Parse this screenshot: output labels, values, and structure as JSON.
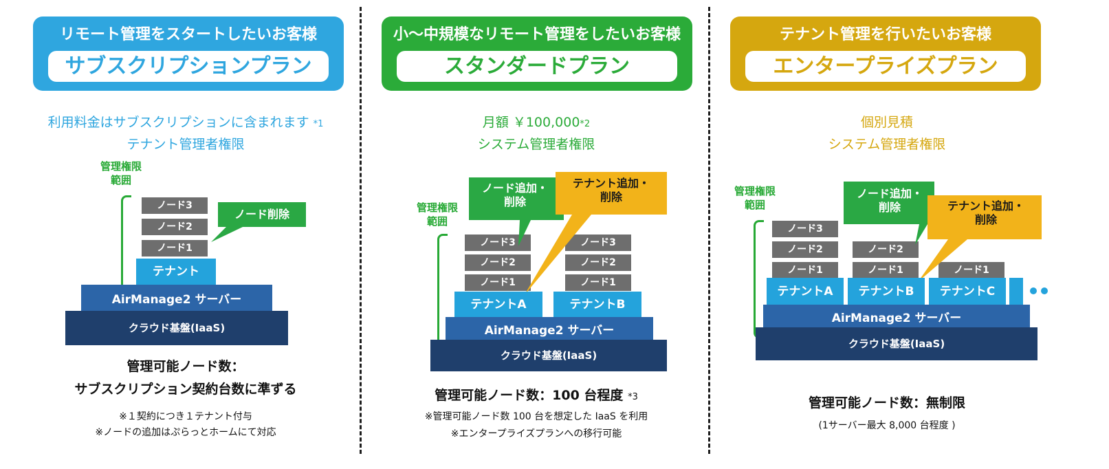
{
  "colors": {
    "blue": "#2fa6df",
    "green": "#2bab39",
    "gold": "#d5a70f",
    "callout_green": "#2aa844",
    "callout_yellow": "#f2b31a"
  },
  "plans": [
    {
      "subtitle": "リモート管理をスタートしたいお客様",
      "name": "サブスクリプションプラン",
      "price": "利用料金はサブスクリプションに含まれます",
      "price_mark": "*1",
      "authority": "テナント管理者権限",
      "range_label": [
        "管理権限",
        "範囲"
      ],
      "nodes": [
        "ノード3",
        "ノード2",
        "ノード1"
      ],
      "tenants": [
        "テナント"
      ],
      "callout": "ノード削除",
      "server": "AirManage2 サーバー",
      "cloud": "クラウド基盤(IaaS)",
      "node_count_title": "管理可能ノード数：",
      "node_count_value": "サブスクリプション契約台数に準ずる",
      "notes": [
        "※１契約につき１テナント付与",
        "※ノードの追加はぷらっとホームにて対応"
      ]
    },
    {
      "subtitle": "小〜中規模なリモート管理をしたいお客様",
      "name": "スタンダードプラン",
      "price": "月額 ￥100,000",
      "price_mark": "*2",
      "authority": "システム管理者権限",
      "range_label": [
        "管理権限",
        "範囲"
      ],
      "nodes_a": [
        "ノード3",
        "ノード2",
        "ノード1"
      ],
      "nodes_b": [
        "ノード3",
        "ノード2",
        "ノード1"
      ],
      "tenants": [
        "テナントA",
        "テナントB"
      ],
      "callout_green": [
        "ノード追加・",
        "削除"
      ],
      "callout_yellow": [
        "テナント追加・",
        "削除"
      ],
      "server": "AirManage2 サーバー",
      "cloud": "クラウド基盤(IaaS)",
      "node_count": "管理可能ノード数：100 台程度",
      "node_count_mark": "*3",
      "notes": [
        "※管理可能ノード数 100 台を想定した IaaS を利用",
        "※エンタープライズプランへの移行可能"
      ]
    },
    {
      "subtitle": "テナント管理を行いたいお客様",
      "name": "エンタープライズプラン",
      "price": "個別見積",
      "authority": "システム管理者権限",
      "range_label": [
        "管理権限",
        "範囲"
      ],
      "nodes_a": [
        "ノード3",
        "ノード2",
        "ノード1"
      ],
      "nodes_b": [
        "ノード2",
        "ノード1"
      ],
      "nodes_c": [
        "ノード1"
      ],
      "tenants": [
        "テナントA",
        "テナントB",
        "テナントC"
      ],
      "callout_green": [
        "ノード追加・",
        "削除"
      ],
      "callout_yellow": [
        "テナント追加・",
        "削除"
      ],
      "server": "AirManage2 サーバー",
      "cloud": "クラウド基盤(IaaS)",
      "node_count": "管理可能ノード数：無制限",
      "notes": [
        "(1サーバー最大 8,000 台程度 )"
      ]
    }
  ]
}
